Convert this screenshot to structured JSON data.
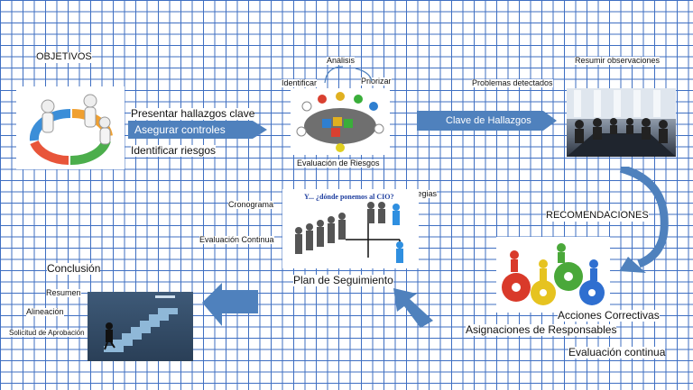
{
  "objetivos": {
    "title": "OBJETIVOS",
    "items": [
      "Presentar hallazgos clave",
      "Asegurar controles",
      "Identificar riesgos"
    ]
  },
  "evaluacion": {
    "analisis": "Análisis",
    "identificar": "Identificar",
    "priorizar": "Priorizar",
    "caption": "Evaluación  de Riesgos"
  },
  "hallazgos": {
    "arrow_label": "Clave de Hallazgos",
    "problemas": "Problemas detectados",
    "resumir": "Resumir observaciones"
  },
  "recomendaciones": {
    "title": "RECOMENDACIONES",
    "acciones": "Acciones Correctivas",
    "asignaciones": "Asignaciones de Responsables",
    "evaluacion": "Evaluación continua"
  },
  "seguimiento": {
    "title": "Plan de Seguimiento",
    "cronograma": "Cronograma",
    "estrategias": "Estrategias",
    "evaluacion": "Evaluación Continua",
    "banner": "Y... ¿dónde ponemos al CIO?"
  },
  "conclusion": {
    "title": "Conclusión",
    "resumen": "Resumen",
    "alineacion": "Alineación",
    "solicitud": "Solicitud de Aprobación"
  },
  "colors": {
    "arrow_blue": "#4f81bd",
    "grid_blue": "#3f6fc2"
  }
}
